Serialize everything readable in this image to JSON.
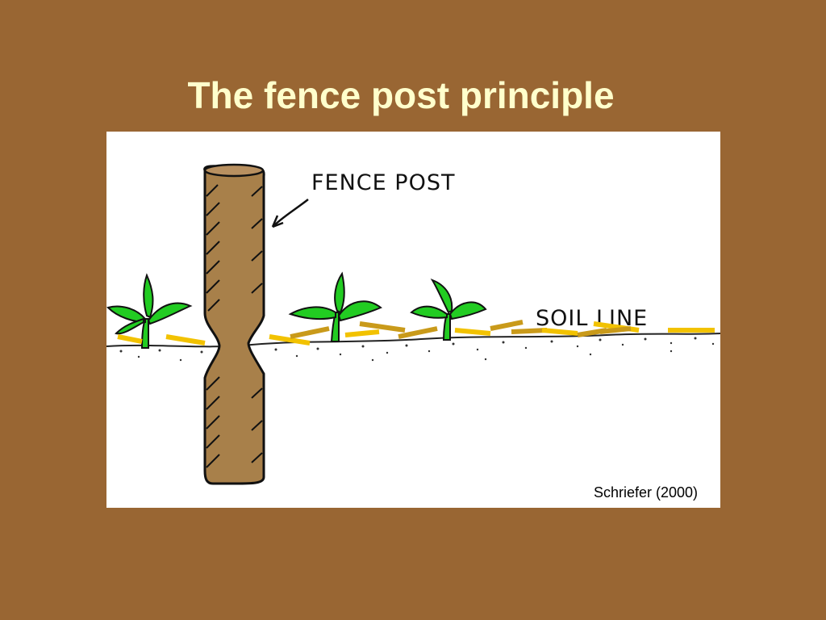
{
  "slide": {
    "title": "The fence post principle"
  },
  "figure": {
    "labels": {
      "fence_post": "FENCE POST",
      "soil_line": "SOIL LINE"
    },
    "citation": "Schriefer (2000)"
  },
  "colors": {
    "background": "#996633",
    "title_text": "#ffffcc",
    "panel": "#ffffff",
    "post_fill": "#a8804a",
    "plant_green": "#22cc22",
    "soil_dash_light": "#f2c200",
    "soil_dash_dark": "#c99a1a"
  }
}
